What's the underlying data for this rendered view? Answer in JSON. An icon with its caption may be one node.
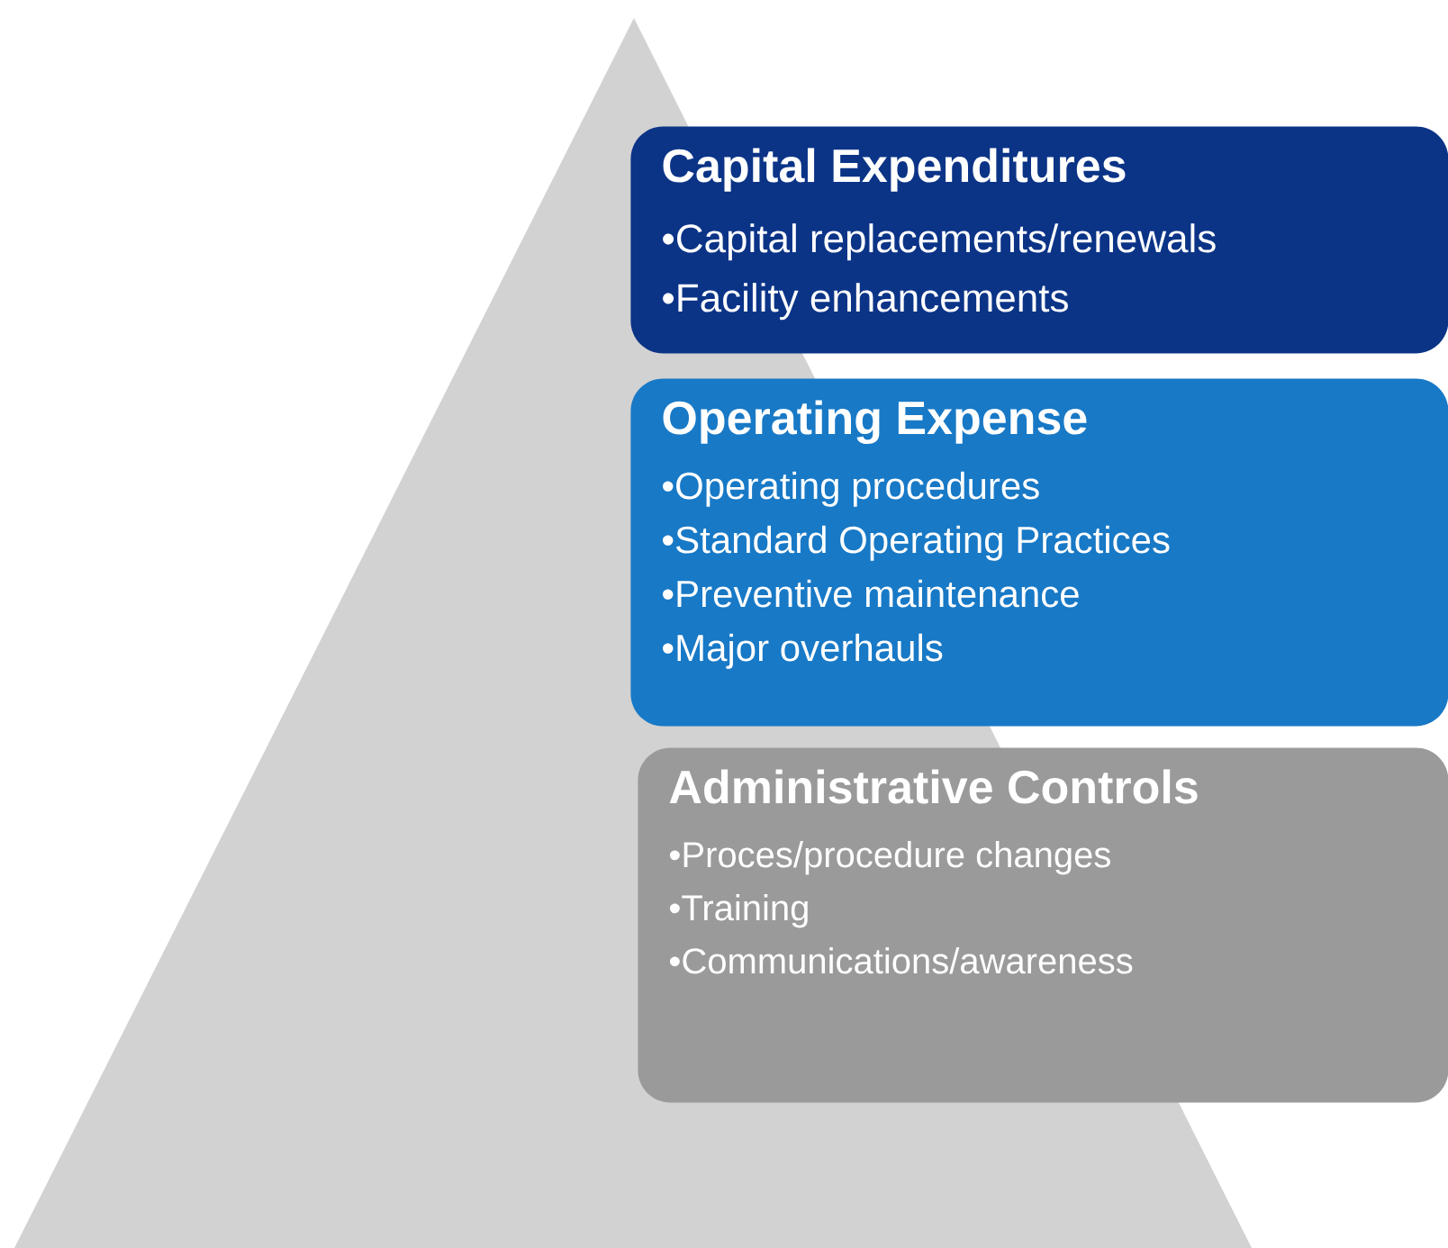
{
  "diagram": {
    "nodes": [
      {
        "text": [
          "Capital Expenditures",
          "•Capital replacements/renewals",
          "•Facility enhancements"
        ]
      },
      {
        "text": [
          "Operating Expense",
          "•Operating procedures",
          "•Standard Operating Practices",
          "•Preventive maintenance",
          "•Major overhauls"
        ]
      },
      {
        "text": [
          "Administrative Controls",
          "•Proces/procedure changes",
          "•Training",
          "•Communications/awareness"
        ]
      }
    ]
  }
}
